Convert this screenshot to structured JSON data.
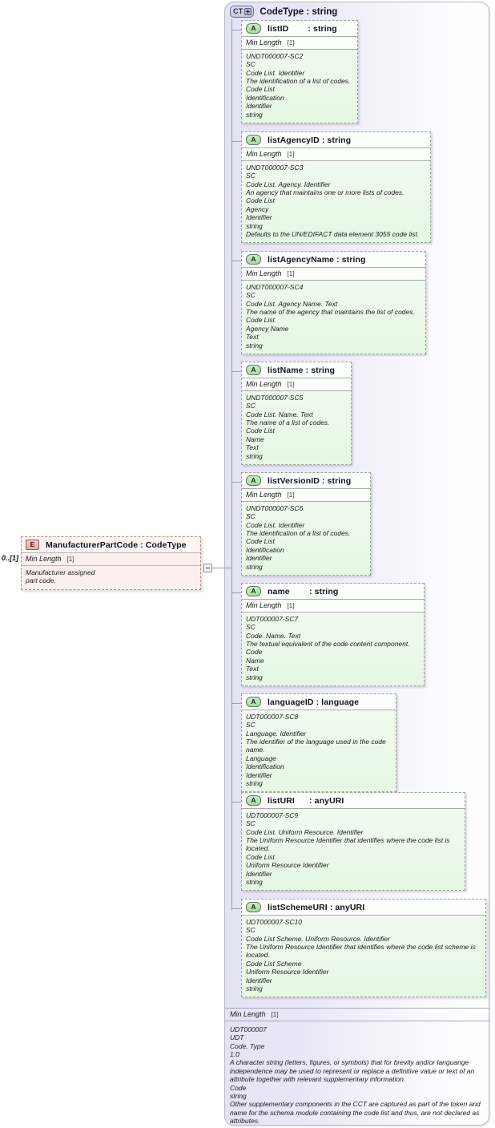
{
  "diagram": {
    "type": "xsd-schema-diagram",
    "complex_type": {
      "badge": "CT",
      "expander": "plus",
      "title": "CodeType : string",
      "facet": {
        "label": "Min Length",
        "value": "[1]"
      },
      "documentation": [
        "UDT000007",
        "UDT",
        "Code. Type",
        "1.0",
        "A character string (letters, figures, or symbols) that for brevity and/or languange independence may be used to represent or replace a definitive value or text of an attribute together with relevant supplementary information.",
        "Code",
        "string",
        "Other supplementary components in the CCT are captured as part of the token and name for the schema module containing the code list and thus, are not declared as attributes."
      ]
    },
    "element": {
      "badge": "E",
      "name": "ManufacturerPartCode : CodeType",
      "cardinality": "0..[1]",
      "facet": {
        "label": "Min Length",
        "value": "[1]"
      },
      "documentation": [
        "Manufacturer assigned",
        "part code."
      ]
    },
    "connector": {
      "collapse_glyph": "minus"
    },
    "attributes": [
      {
        "badge": "A",
        "name": "listID        : string",
        "facet": {
          "label": "Min Length",
          "value": "[1]"
        },
        "documentation": [
          "UNDT000007-SC2",
          "SC",
          "Code List. Identifier",
          "The identification of a list of codes.",
          "Code List",
          "Identification",
          "Identifier",
          "string"
        ]
      },
      {
        "badge": "A",
        "name": "listAgencyID : string",
        "facet": {
          "label": "Min Length",
          "value": "[1]"
        },
        "documentation": [
          "UNDT000007-SC3",
          "SC",
          "Code List. Agency. Identifier",
          "An agency that maintains one or more lists of codes.",
          "Code List",
          "Agency",
          "Identifier",
          "string",
          "Defaults to the UN/EDIFACT data element 3055 code list."
        ]
      },
      {
        "badge": "A",
        "name": "listAgencyName : string",
        "facet": {
          "label": "Min Length",
          "value": "[1]"
        },
        "documentation": [
          "UNDT000007-SC4",
          "SC",
          "Code List. Agency Name. Text",
          "The name of the agency that maintains the list of codes.",
          "Code List",
          "Agency Name",
          "Text",
          "string"
        ]
      },
      {
        "badge": "A",
        "name": "listName : string",
        "facet": {
          "label": "Min Length",
          "value": "[1]"
        },
        "documentation": [
          "UNDT000007-SC5",
          "SC",
          "Code List. Name. Text",
          "The name of a list of codes.",
          "Code List",
          "Name",
          "Text",
          "string"
        ]
      },
      {
        "badge": "A",
        "name": "listVersionID : string",
        "facet": {
          "label": "Min Length",
          "value": "[1]"
        },
        "documentation": [
          "UNDT000007-SC6",
          "SC",
          "Code List. Identifier",
          "The identification of a list of codes.",
          "Code List",
          "Identification",
          "Identifier",
          "string"
        ]
      },
      {
        "badge": "A",
        "name": "name        : string",
        "facet": {
          "label": "Min Length",
          "value": "[1]"
        },
        "documentation": [
          "UDT000007-SC7",
          "SC",
          "Code. Name. Text",
          "The textual equivalent of the code content component.",
          "Code",
          "Name",
          "Text",
          "string"
        ]
      },
      {
        "badge": "A",
        "name": "languageID : language",
        "facet": null,
        "documentation": [
          "UDT000007-SC8",
          "SC",
          "Language. Identifier",
          "The identifier of the language used in the code name.",
          "Language",
          "Identification",
          "Identifier",
          "string"
        ]
      },
      {
        "badge": "A",
        "name": "listURI      : anyURI",
        "facet": null,
        "documentation": [
          "UDT000007-SC9",
          "SC",
          "Code List. Uniform Resource. Identifier",
          "The Uniform Resource Identifier that identifies where the code list is located.",
          "Code List",
          "Uniform Resource Identifier",
          "Identifier",
          "string"
        ]
      },
      {
        "badge": "A",
        "name": "listSchemeURI : anyURI",
        "facet": null,
        "documentation": [
          "UDT000007-SC10",
          "SC",
          "Code List Scheme. Uniform Resource. Identifier",
          "The Uniform Resource Identifier that identifies where the code list scheme is located.",
          "Code List Scheme",
          "Uniform Resource Identifier",
          "Identifier",
          "string"
        ]
      }
    ],
    "colors": {
      "element_fill": "#fbeeee",
      "attribute_fill": "#e6f7e4",
      "complex_type_fill": "#e9e7f7",
      "border": "#9aa59a"
    }
  }
}
